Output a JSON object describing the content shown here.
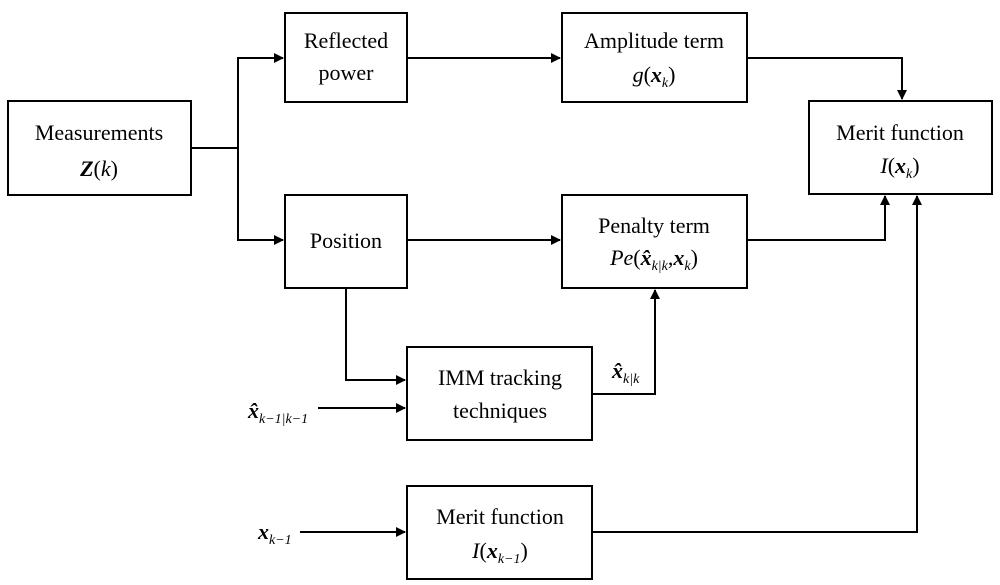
{
  "blocks": {
    "measurements": {
      "title": "Measurements",
      "symbol": "Z",
      "arg": "k"
    },
    "reflected_power": {
      "line1": "Reflected",
      "line2": "power"
    },
    "amplitude_term": {
      "title": "Amplitude term",
      "func": "g",
      "var": "x",
      "sub": "k"
    },
    "merit_function_top": {
      "title": "Merit function",
      "func": "I",
      "var": "x",
      "sub": "k"
    },
    "position": {
      "title": "Position"
    },
    "penalty_term": {
      "title": "Penalty term",
      "func": "Pe",
      "var1": "x̂",
      "sub1": "k|k",
      "var2": "x",
      "sub2": "k"
    },
    "imm_tracking": {
      "line1": "IMM tracking",
      "line2": "techniques"
    },
    "merit_function_bottom": {
      "title": "Merit function",
      "func": "I",
      "var": "x",
      "sub": "k−1"
    }
  },
  "inputs": {
    "x_hat_prev": {
      "var": "x̂",
      "sub": "k−1|k−1"
    },
    "x_prev": {
      "var": "x",
      "sub": "k−1"
    }
  },
  "signals": {
    "x_hat_kk": {
      "var": "x̂",
      "sub": "k|k"
    }
  },
  "colors": {
    "stroke": "#000000",
    "background": "#ffffff"
  }
}
